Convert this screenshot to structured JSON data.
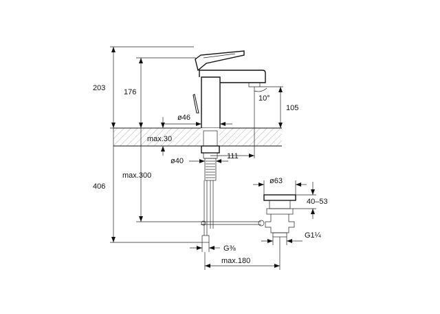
{
  "dimensions": {
    "total_height": "203",
    "body_height": "176",
    "spout_height": "105",
    "spout_angle": "10°",
    "body_diameter": "ø46",
    "deck_thickness": "max.30",
    "shank_diameter": "ø40",
    "spout_reach": "111",
    "hose_length": "max.300",
    "total_with_hose": "406",
    "waste_diameter": "ø63",
    "waste_range": "40–53",
    "waste_thread": "G1¼",
    "hose_thread": "G⅜",
    "rod_reach": "max.180"
  }
}
